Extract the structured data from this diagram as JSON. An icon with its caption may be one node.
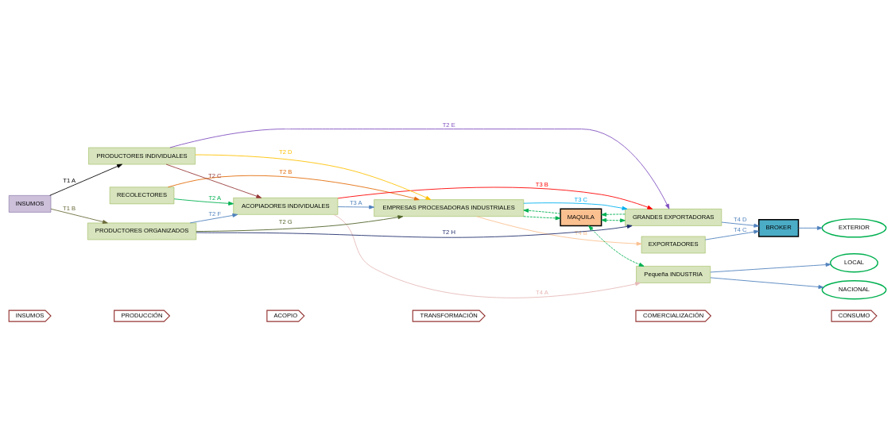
{
  "diagram": {
    "nodes": [
      {
        "text": [
          "INSUMOS"
        ]
      },
      {
        "text": [
          "PRODUCCIÓN"
        ]
      },
      {
        "text": [
          "ACOPIO"
        ]
      },
      {
        "text": [
          "TRANSFORMACIÓN"
        ]
      },
      {
        "text": [
          "COMERCIALIZACIÓN"
        ]
      },
      {
        "text": [
          "CONSUMO"
        ]
      },
      {
        "text": [
          "RECOLECTORES"
        ]
      },
      {
        "text": [
          "ACOPIADORES INDIVIDUALES"
        ]
      },
      {
        "text": [
          "Pequeña INDUSTRIA"
        ]
      },
      {
        "text": [
          "LOCAL"
        ]
      },
      {
        "text": [
          "NACIONAL"
        ]
      },
      {
        "text": [
          "INSUMOS"
        ]
      },
      {
        "text": [
          "PRODUCTORES INDIVIDUALES"
        ]
      },
      {
        "text": [
          "EMPRESAS PROCESADORAS INDUSTRIALES"
        ]
      },
      {
        "text": [
          "EXPORTADORES"
        ]
      },
      {
        "text": [
          "MAQUILA"
        ]
      },
      {
        "text": [
          "BROKER"
        ]
      },
      {
        "text": [
          "EXTERIOR"
        ]
      },
      {
        "text": [
          "PRODUCTORES ORGANIZADOS"
        ]
      },
      {
        "text": [
          "GRANDES EXPORTADORAS"
        ]
      }
    ],
    "edges": [
      {
        "from": 11,
        "to": 12,
        "arrow": "to",
        "label": "T1 A",
        "color": "#000000"
      },
      {
        "from": 11,
        "to": 18,
        "arrow": "to",
        "label": "T1 B",
        "color": "#6b6b3a"
      },
      {
        "from": 6,
        "to": 7,
        "arrow": "to",
        "label": "T2 A",
        "color": "#00b050"
      },
      {
        "from": 6,
        "to": 13,
        "arrow": "to",
        "label": "T2 B",
        "color": "#e36c09"
      },
      {
        "from": 12,
        "to": 7,
        "arrow": "to",
        "label": "T2 C",
        "color": "#953735"
      },
      {
        "from": 12,
        "to": 13,
        "arrow": "to",
        "label": "T2 D",
        "color": "#ffc000"
      },
      {
        "from": 12,
        "to": 19,
        "arrow": "to",
        "label": "T2 E",
        "color": "#7f4fbf"
      },
      {
        "from": 18,
        "to": 7,
        "arrow": "to",
        "label": "T2 F",
        "color": "#4f81bd"
      },
      {
        "from": 18,
        "to": 13,
        "arrow": "to",
        "label": "T2 G",
        "color": "#4f6228"
      },
      {
        "from": 18,
        "to": 19,
        "arrow": "to",
        "label": "T2 H",
        "color": "#1f2d6b"
      },
      {
        "from": 7,
        "to": 13,
        "arrow": "to",
        "label": "T3 A",
        "color": "#4f81bd"
      },
      {
        "from": 7,
        "to": 19,
        "arrow": "to",
        "label": "T3 B",
        "color": "#ff0000"
      },
      {
        "from": 13,
        "to": 19,
        "arrow": "to",
        "label": "T3 C",
        "color": "#00b0f0"
      },
      {
        "from": 7,
        "to": 8,
        "arrow": "to",
        "label": "T4 A",
        "color": "#e6b9b8"
      },
      {
        "from": 13,
        "to": 14,
        "arrow": "to",
        "label": "T4 B",
        "color": "#fac090"
      },
      {
        "from": 14,
        "to": 16,
        "arrow": "to",
        "label": "T4 C",
        "color": "#4f81bd"
      },
      {
        "from": 19,
        "to": 16,
        "arrow": "to",
        "label": "T4 D",
        "color": "#4f81bd"
      },
      {
        "from": 8,
        "to": 9,
        "arrow": "to",
        "color": "#4f81bd"
      },
      {
        "from": 8,
        "to": 10,
        "arrow": "to",
        "color": "#4f81bd"
      },
      {
        "from": 16,
        "to": 17,
        "arrow": "to",
        "color": "#4f81bd"
      },
      {
        "from": 13,
        "to": 15,
        "arrow": "to",
        "color": "#00b050",
        "style": "dashed"
      },
      {
        "from": 15,
        "to": 13,
        "arrow": "to",
        "color": "#00b050",
        "style": "dashed"
      },
      {
        "from": 19,
        "to": 15,
        "arrow": "to",
        "color": "#00b050",
        "style": "dashed"
      },
      {
        "from": 15,
        "to": 19,
        "arrow": "both",
        "color": "#00b050",
        "style": "dashed"
      },
      {
        "from": 15,
        "to": 8,
        "arrow": "both",
        "color": "#00b050",
        "style": "dashed"
      }
    ]
  }
}
